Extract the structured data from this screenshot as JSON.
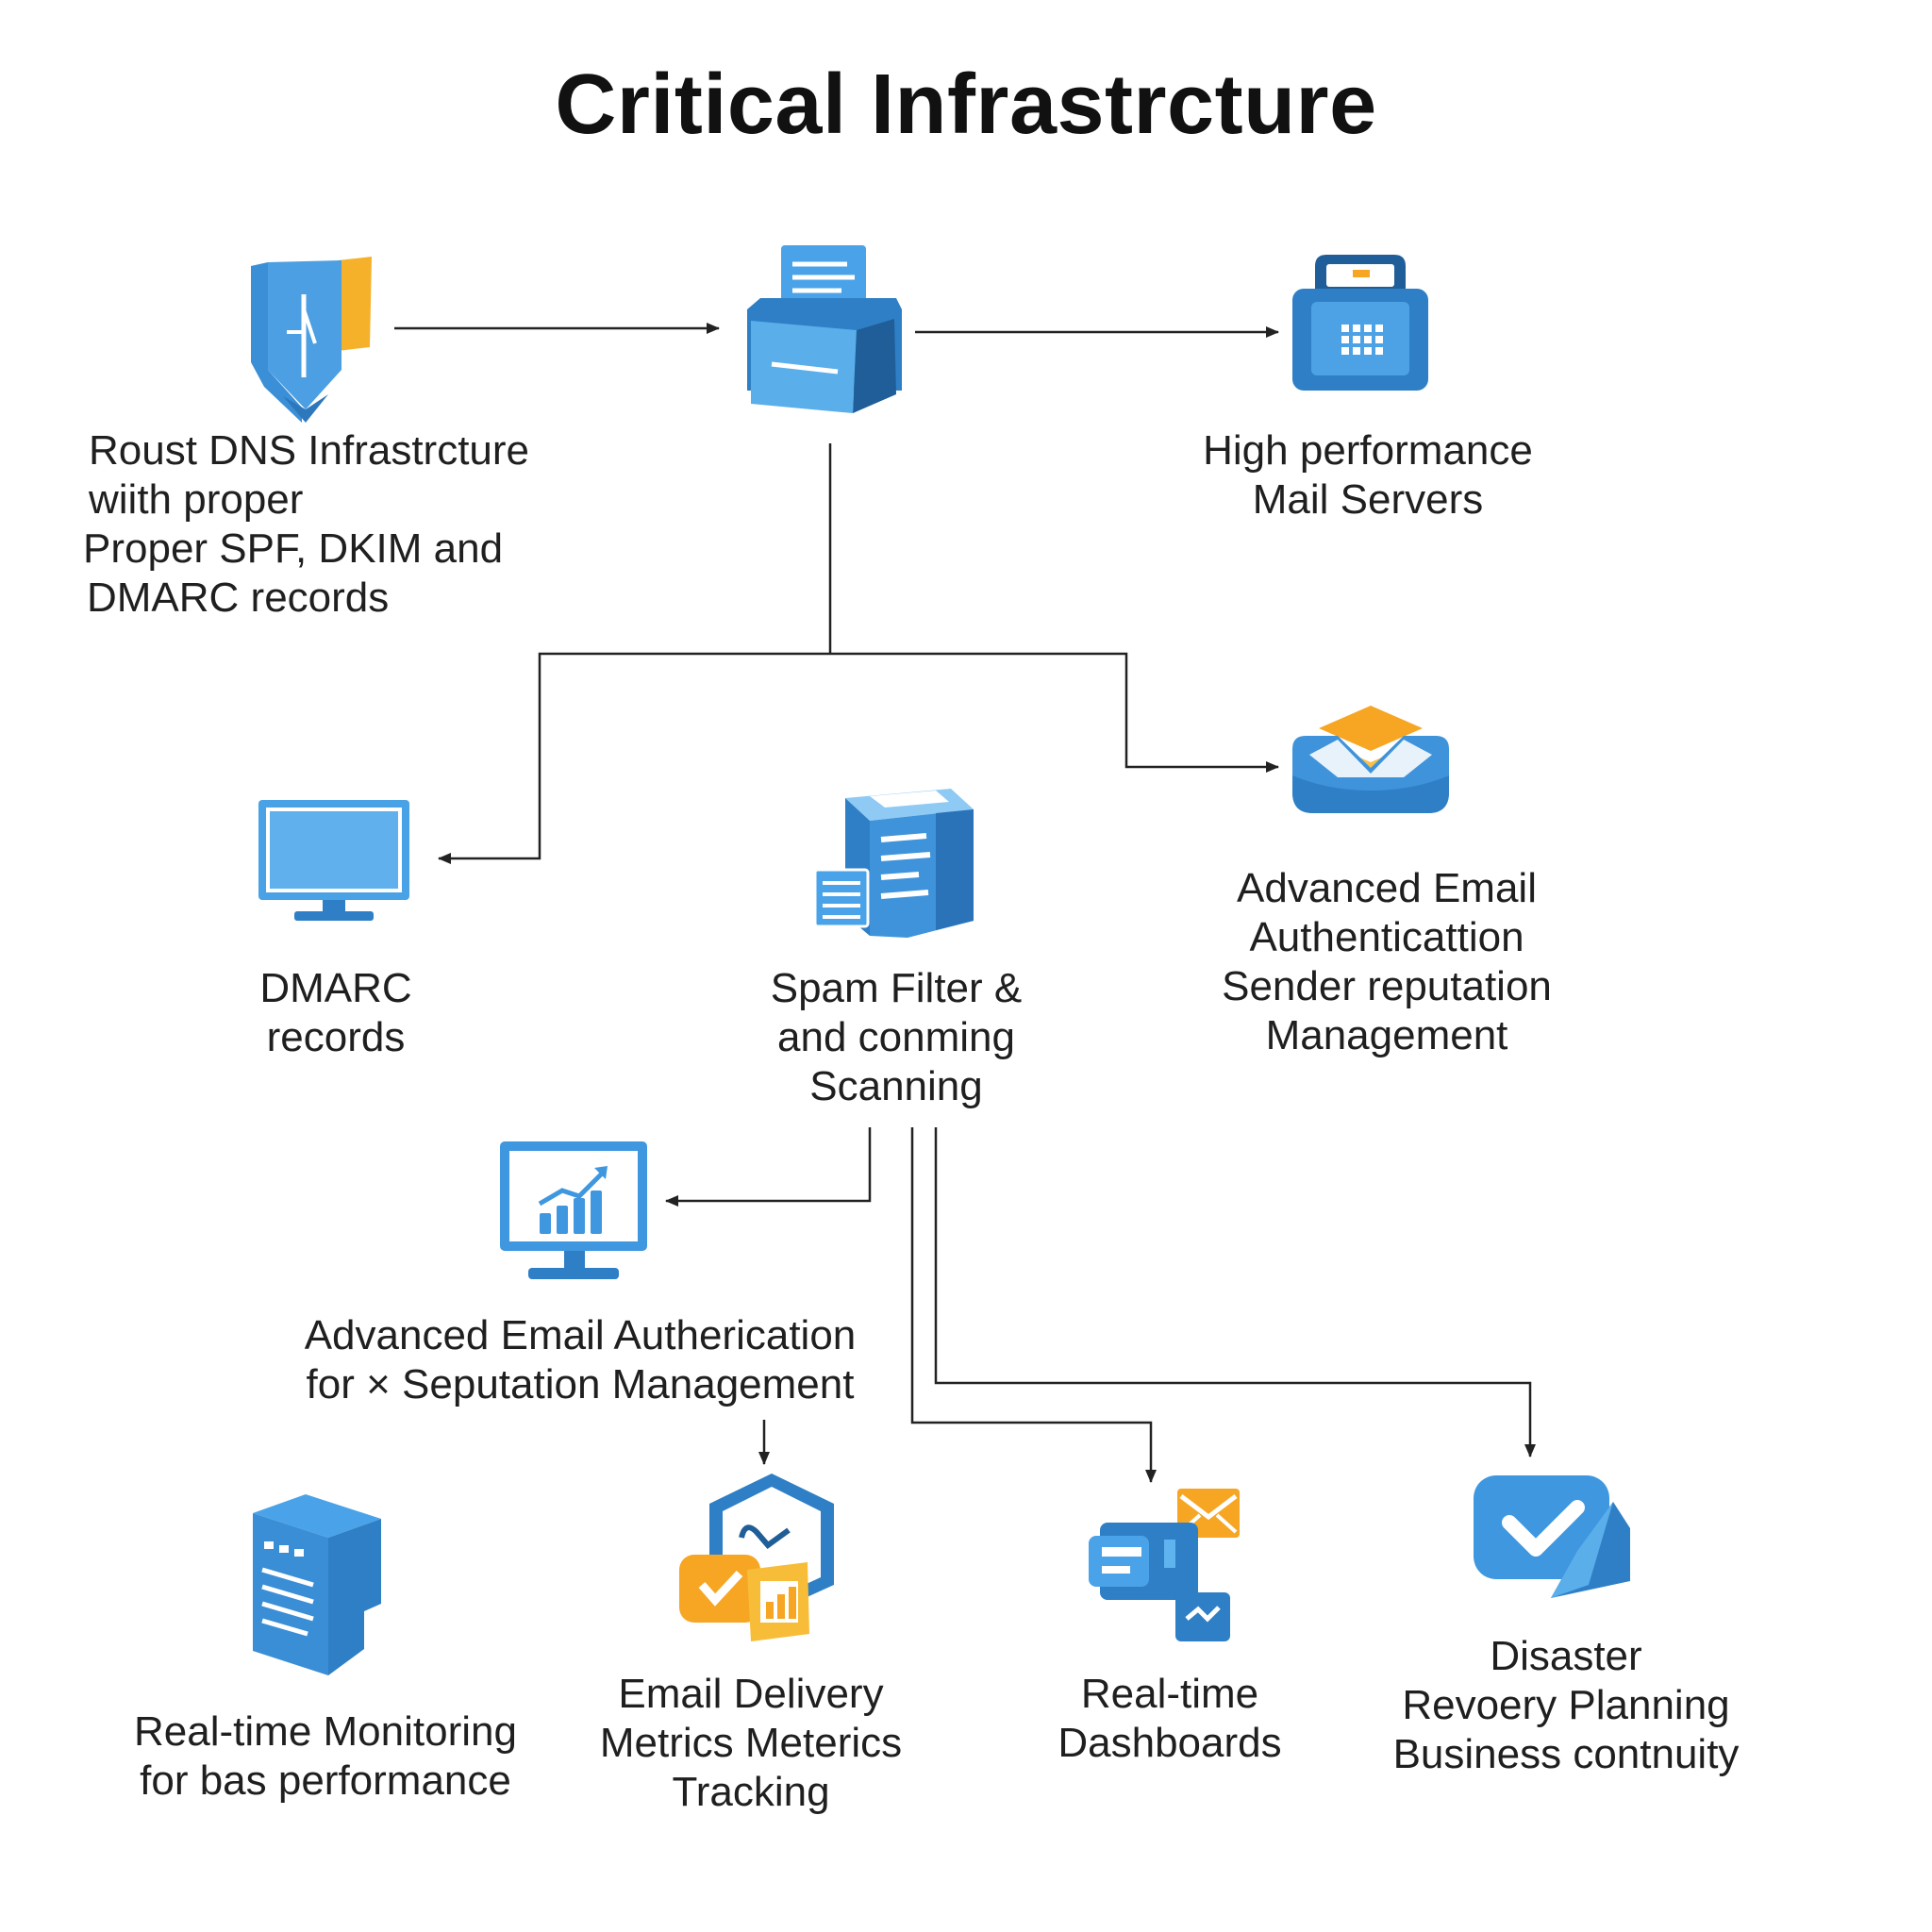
{
  "title": "Critical Infrastrcture",
  "colors": {
    "primary": "#2f7fc6",
    "light": "#5aa8e6",
    "dark": "#1f5e98",
    "accent": "#f6a623",
    "line": "#222222"
  },
  "nodes": {
    "dns": {
      "icon": "dns-tag-icon",
      "lines": [
        "Roust DNS Infrastrcture",
        "wiith proper",
        "Proper SPF, DKIM and",
        "DMARC records"
      ]
    },
    "hub": {
      "icon": "document-folder-icon"
    },
    "mail_servers": {
      "icon": "mail-server-icon",
      "lines": [
        "High performance",
        "Mail Servers"
      ]
    },
    "dmarc": {
      "icon": "monitor-icon",
      "lines": [
        "DMARC",
        "records"
      ]
    },
    "spam": {
      "icon": "server-stack-icon",
      "lines": [
        "Spam Filter &",
        "and conming",
        "Scanning"
      ]
    },
    "auth_reputation": {
      "icon": "inbox-tray-icon",
      "lines": [
        "Advanced Email",
        "Authenticattion",
        "Sender reputation",
        "Management"
      ]
    },
    "auth_analytics": {
      "icon": "analytics-monitor-icon",
      "lines": [
        "Advanced Email Autherication",
        "for × Seputation Management"
      ]
    },
    "monitoring": {
      "icon": "server-tower-icon",
      "lines": [
        "Real-time Monitoring",
        "for bas performance"
      ]
    },
    "delivery": {
      "icon": "delivery-metrics-icon",
      "lines": [
        "Email Delivery",
        "Metrics Meterics",
        "Tracking"
      ]
    },
    "dashboards": {
      "icon": "dashboard-mail-icon",
      "lines": [
        "Real-time",
        "Dashboards"
      ]
    },
    "disaster": {
      "icon": "checkmark-shield-icon",
      "lines": [
        "Disaster",
        "Revoery Planning",
        "Business contnuity"
      ]
    }
  }
}
